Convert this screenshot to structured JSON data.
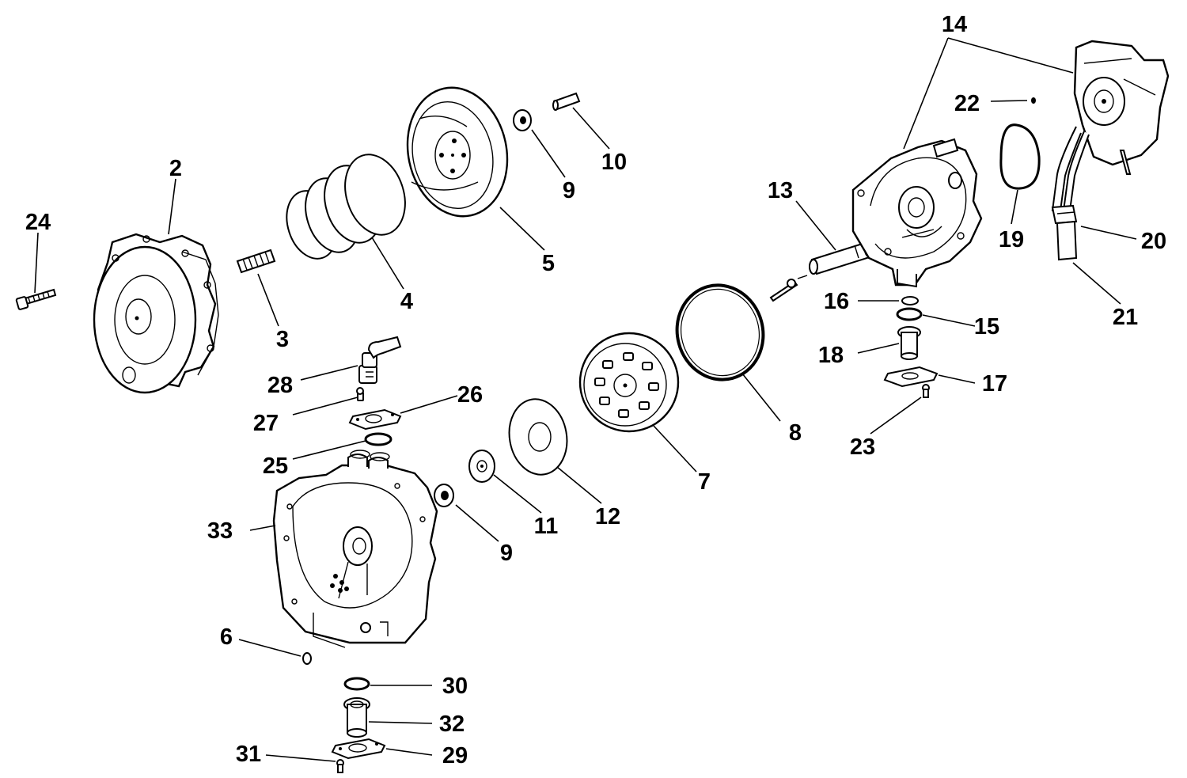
{
  "labels": {
    "l2": "2",
    "l3": "3",
    "l4": "4",
    "l5": "5",
    "l6": "6",
    "l7": "7",
    "l8": "8",
    "l9a": "9",
    "l9b": "9",
    "l10": "10",
    "l11": "11",
    "l12": "12",
    "l13": "13",
    "l14": "14",
    "l15": "15",
    "l16": "16",
    "l17": "17",
    "l18": "18",
    "l19": "19",
    "l20": "20",
    "l21": "21",
    "l22": "22",
    "l23": "23",
    "l24": "24",
    "l25": "25",
    "l26": "26",
    "l27": "27",
    "l28": "28",
    "l29": "29",
    "l30": "30",
    "l31": "31",
    "l32": "32",
    "l33": "33"
  }
}
